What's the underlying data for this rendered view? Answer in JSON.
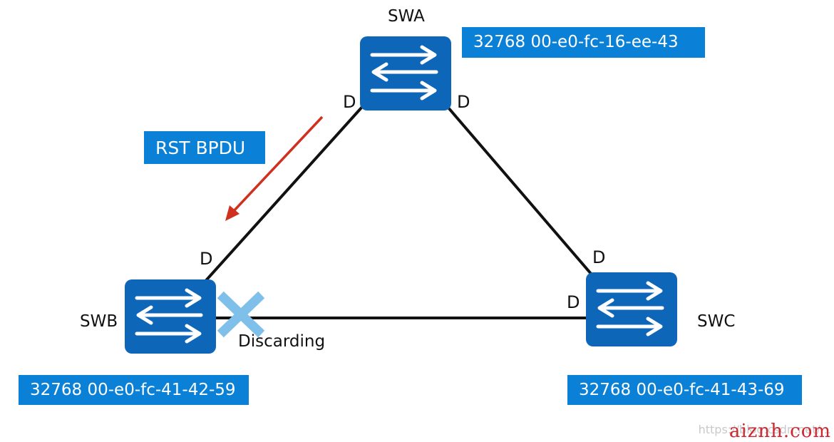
{
  "switches": {
    "swa": {
      "name": "SWA",
      "bridge_id": "32768 00-e0-fc-16-ee-43"
    },
    "swb": {
      "name": "SWB",
      "bridge_id": "32768 00-e0-fc-41-42-59"
    },
    "swc": {
      "name": "SWC",
      "bridge_id": "32768 00-e0-fc-41-43-69"
    }
  },
  "ports": {
    "swa_left": "D",
    "swa_right": "D",
    "swb_top": "D",
    "swc_top": "D",
    "swc_left": "D"
  },
  "message_label": "RST BPDU",
  "blocked_port_state": "Discarding",
  "colors": {
    "switch_blue": "#0d66b8",
    "label_blue": "#0a80d6",
    "arrow_red": "#d0301e",
    "blocked_x": "#7fc0ea"
  },
  "watermark": {
    "url": "https://blog.csdn.net/...",
    "brand": "aiznh.com"
  }
}
